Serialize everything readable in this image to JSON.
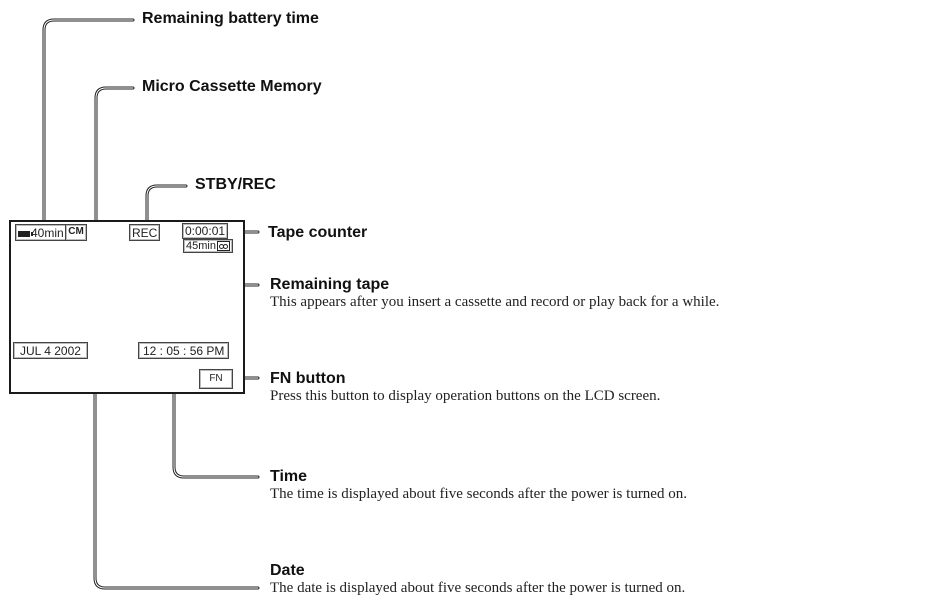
{
  "screen": {
    "battery": "40min",
    "cassette_memory": "CM",
    "stby_rec": "REC",
    "tape_counter": "0:00:01",
    "remaining_tape": "45min",
    "date": "JUL 4 2002",
    "time": "12 : 05 : 56 PM",
    "fn_button": "FN"
  },
  "callouts": {
    "battery": {
      "label": "Remaining battery time"
    },
    "cassette_memory": {
      "label": "Micro Cassette Memory"
    },
    "stby_rec": {
      "label": "STBY/REC"
    },
    "tape_counter": {
      "label": "Tape counter"
    },
    "remaining_tape": {
      "label": "Remaining tape",
      "description": "This appears after you insert a cassette and record or play back for a while."
    },
    "fn_button": {
      "label": "FN button",
      "description": "Press this button to display operation buttons on the LCD screen."
    },
    "time": {
      "label": "Time",
      "description": "The time is displayed about five seconds after the power is turned on."
    },
    "date": {
      "label": "Date",
      "description": "The date is displayed about five seconds after the power is turned on."
    }
  }
}
